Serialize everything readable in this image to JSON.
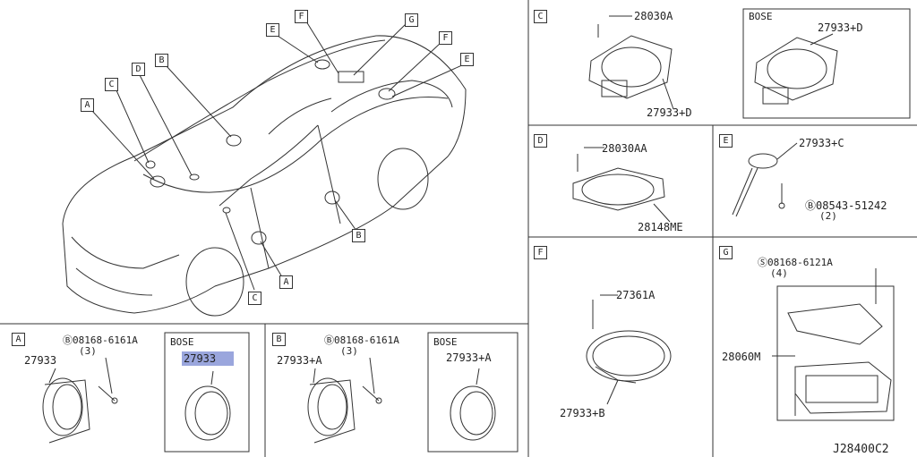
{
  "diagram_id": "J28400C2",
  "callouts": {
    "a": "A",
    "b": "B",
    "c": "C",
    "d": "D",
    "e": "E",
    "f": "F",
    "g": "G"
  },
  "panel_a": {
    "tag": "A",
    "part": "27933",
    "screw": "08168-6161A",
    "screw_prefix": "B",
    "qty": "(3)",
    "bose_label": "BOSE",
    "bose_part": "27933"
  },
  "panel_b": {
    "tag": "B",
    "part": "27933+A",
    "screw": "08168-6161A",
    "screw_prefix": "B",
    "qty": "(3)",
    "bose_label": "BOSE",
    "bose_part": "27933+A"
  },
  "panel_c": {
    "tag": "C",
    "screw": "28030A",
    "part": "27933+D",
    "bose_label": "BOSE",
    "bose_part": "27933+D"
  },
  "panel_d": {
    "tag": "D",
    "screw": "28030AA",
    "part": "28148ME"
  },
  "panel_e": {
    "tag": "E",
    "part": "27933+C",
    "screw": "08543-51242",
    "screw_prefix": "B",
    "qty": "(2)"
  },
  "panel_f": {
    "tag": "F",
    "screw": "27361A",
    "part": "27933+B"
  },
  "panel_g": {
    "tag": "G",
    "screw": "08168-6121A",
    "screw_prefix": "S",
    "qty": "(4)",
    "part": "28060M"
  },
  "colors": {
    "highlight": "#9aa6dd",
    "line": "#333333"
  }
}
